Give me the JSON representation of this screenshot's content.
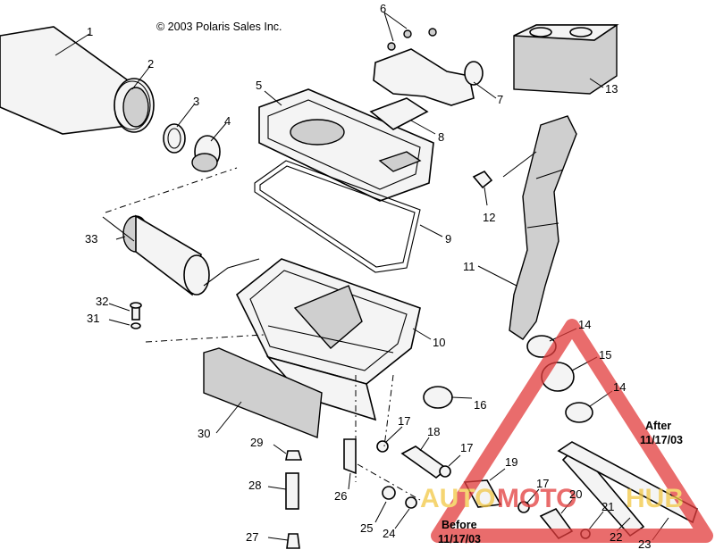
{
  "copyright": "© 2003 Polaris Sales Inc.",
  "callouts": [
    "1",
    "2",
    "3",
    "4",
    "5",
    "6",
    "7",
    "8",
    "9",
    "10",
    "11",
    "12",
    "13",
    "14",
    "14",
    "15",
    "16",
    "17",
    "17",
    "17",
    "18",
    "19",
    "20",
    "21",
    "22",
    "23",
    "25",
    "24",
    "26",
    "27",
    "28",
    "29",
    "30",
    "31",
    "32",
    "33"
  ],
  "notes": {
    "after_label": "After",
    "after_date": "11/17/03",
    "before_label": "Before",
    "before_date": "11/17/03"
  },
  "watermark": {
    "part_a": "AUTO",
    "part_b": "MOTO",
    "part_c": "HUB"
  },
  "colors": {
    "line": "#000000",
    "watermark_red": "#e23b3b",
    "watermark_yellow": "#f2c744"
  }
}
